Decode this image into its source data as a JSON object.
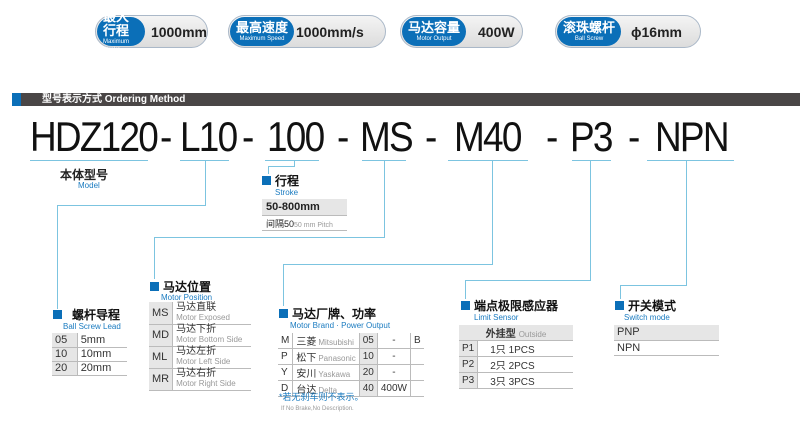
{
  "badges": [
    {
      "cn": "最大行程",
      "en": "Maximum Stroke",
      "value": "1000mm"
    },
    {
      "cn": "最高速度",
      "en": "Maximum Speed",
      "value": "1000mm/s"
    },
    {
      "cn": "马达容量",
      "en": "Motor Output",
      "value": "400W"
    },
    {
      "cn": "滚珠螺杆",
      "en": "Ball Screw",
      "value": "ϕ16mm"
    }
  ],
  "header": "型号表示方式 Ordering Method",
  "code": {
    "model": "HDZ120",
    "lead": "L10",
    "stroke": "100",
    "position": "MS",
    "motor": "M40",
    "sensor": "P3",
    "switch": "NPN",
    "dash": "-"
  },
  "model_label": {
    "cn": "本体型号",
    "en": "Model"
  },
  "stroke": {
    "cn": "行程",
    "en": "Stroke",
    "range": "50-800mm",
    "pitch_cn": "间隔50",
    "pitch_en": "50 mm Pitch"
  },
  "lead": {
    "cn": "螺杆导程",
    "en": "Ball Screw Lead",
    "rows": [
      [
        "05",
        "5mm"
      ],
      [
        "10",
        "10mm"
      ],
      [
        "20",
        "20mm"
      ]
    ]
  },
  "position": {
    "cn": "马达位置",
    "en": "Motor Position",
    "rows": [
      [
        "MS",
        "马达直联",
        "Motor Exposed"
      ],
      [
        "MD",
        "马达下折",
        "Motor Bottom Side"
      ],
      [
        "ML",
        "马达左折",
        "Motor Left Side"
      ],
      [
        "MR",
        "马达右折",
        "Motor Right Side"
      ]
    ]
  },
  "brand": {
    "cn": "马达厂牌、功率",
    "en": "Motor Brand · Power Output",
    "rows": [
      [
        "M",
        "三菱",
        "Mitsubishi",
        "05",
        "-",
        "B"
      ],
      [
        "P",
        "松下",
        "Panasonic",
        "10",
        "-",
        ""
      ],
      [
        "Y",
        "安川",
        "Yaskawa",
        "20",
        "-",
        ""
      ],
      [
        "D",
        "台达",
        "Delta",
        "40",
        "400W",
        ""
      ]
    ],
    "note_cn": "*若无刹车则不表示。",
    "note_en": "If No Brake,No Description."
  },
  "sensor": {
    "cn": "端点极限感应器",
    "en": "Limit Sensor",
    "head_cn": "外挂型",
    "head_en": "Outside",
    "rows": [
      [
        "P1",
        "1只 1PCS"
      ],
      [
        "P2",
        "2只 2PCS"
      ],
      [
        "P3",
        "3只 3PCS"
      ]
    ]
  },
  "switch": {
    "cn": "开关模式",
    "en": "Switch mode",
    "rows": [
      "PNP",
      "NPN"
    ]
  },
  "colors": {
    "blue": "#0b6fb8",
    "line": "#7cc4e0",
    "bar": "#4a4646"
  }
}
